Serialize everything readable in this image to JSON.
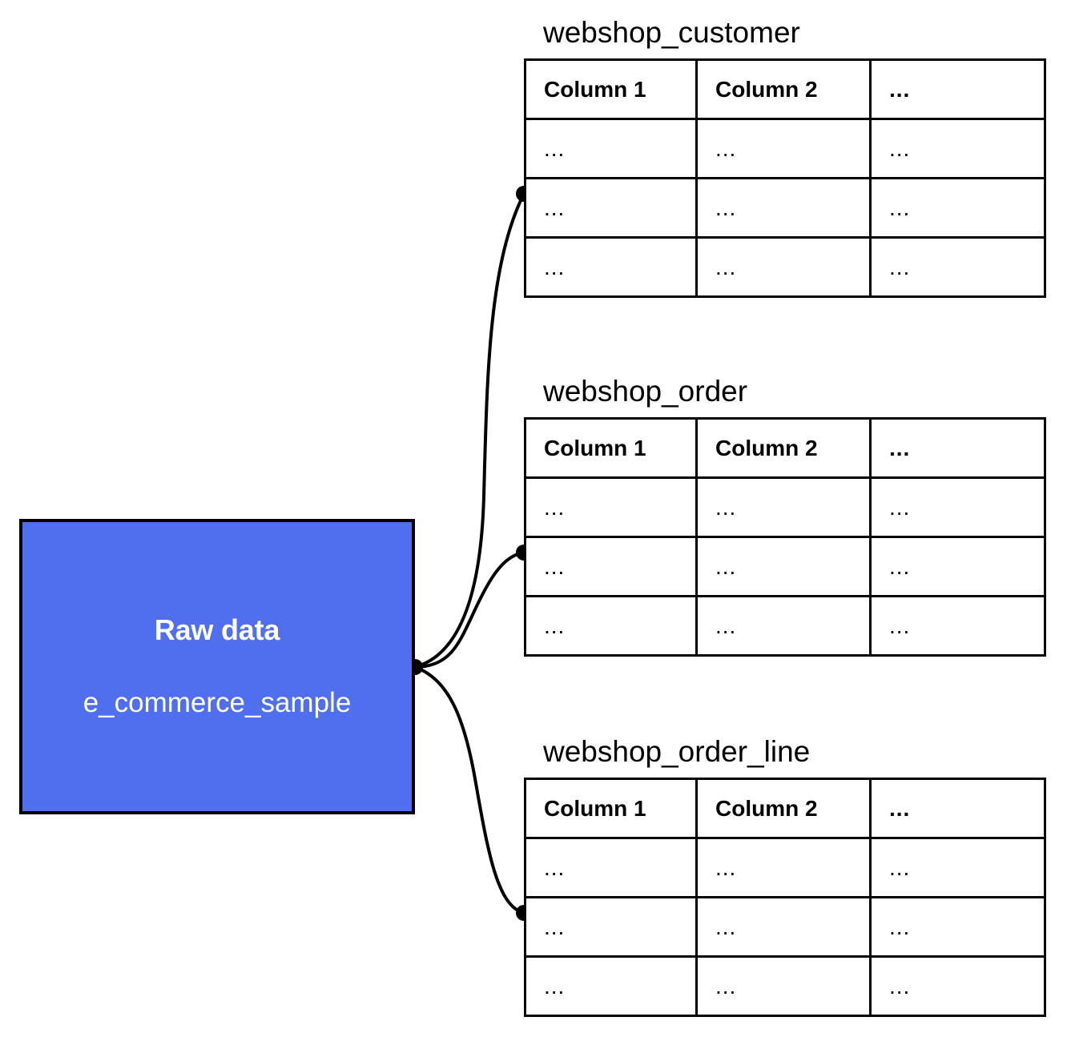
{
  "diagram": {
    "type": "data-flow",
    "source": {
      "title": "Raw data",
      "subtitle": "e_commerce_sample",
      "color": "#4F6FEF",
      "border_color": "#000000",
      "text_color": "#FFFFFF"
    },
    "tables": [
      {
        "name": "webshop_customer",
        "columns": [
          "Column 1",
          "Column 2",
          "..."
        ],
        "rows": [
          [
            "...",
            "...",
            "..."
          ],
          [
            "...",
            "...",
            "..."
          ],
          [
            "...",
            "...",
            "..."
          ]
        ]
      },
      {
        "name": "webshop_order",
        "columns": [
          "Column 1",
          "Column 2",
          "..."
        ],
        "rows": [
          [
            "...",
            "...",
            "..."
          ],
          [
            "...",
            "...",
            "..."
          ],
          [
            "...",
            "...",
            "..."
          ]
        ]
      },
      {
        "name": "webshop_order_line",
        "columns": [
          "Column 1",
          "Column 2",
          "..."
        ],
        "rows": [
          [
            "...",
            "...",
            "..."
          ],
          [
            "...",
            "...",
            "..."
          ],
          [
            "...",
            "...",
            "..."
          ]
        ]
      }
    ],
    "connectors": {
      "stroke_color": "#000000",
      "junction_label": "source-junction",
      "edges": [
        {
          "from": "Raw data",
          "to": "webshop_customer"
        },
        {
          "from": "Raw data",
          "to": "webshop_order"
        },
        {
          "from": "Raw data",
          "to": "webshop_order_line"
        }
      ]
    }
  }
}
